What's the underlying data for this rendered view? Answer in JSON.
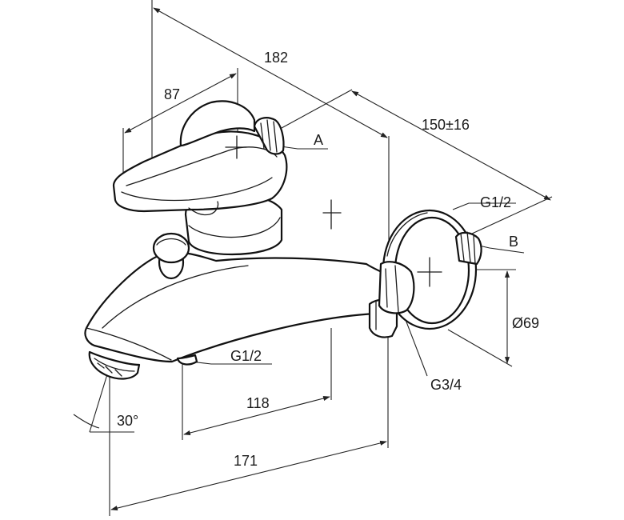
{
  "labels": {
    "overall_depth": "182",
    "lever_length": "87",
    "center_distance": "150±16",
    "inlet_a": "A",
    "inlet_b": "B",
    "thread_b": "G1/2",
    "rosette_diameter": "Ø69",
    "rosette_thread": "G3/4",
    "outlet_thread": "G1/2",
    "outlet_distance": "118",
    "spout_projection": "171",
    "spout_angle": "30°"
  }
}
